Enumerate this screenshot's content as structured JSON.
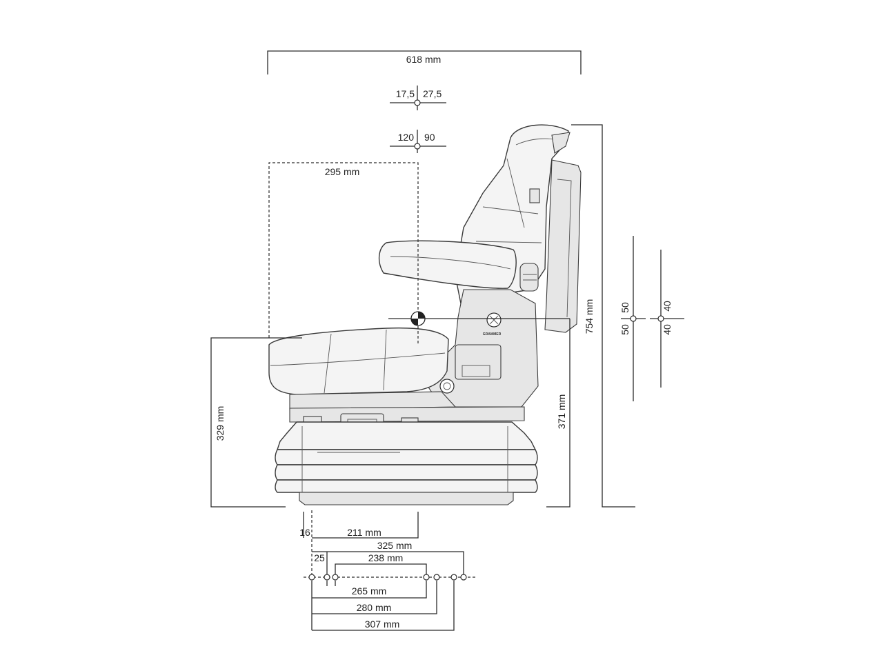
{
  "dimensions": {
    "total_width": "618 mm",
    "offset_left": "17,5",
    "offset_right": "27,5",
    "angle_left": "120",
    "angle_right": "90",
    "seat_depth": "295 mm",
    "total_height": "754 mm",
    "backrest_adj_upper": "50",
    "backrest_adj_lower": "50",
    "armrest_adj_upper": "40",
    "armrest_adj_lower": "40",
    "height_left": "329 mm",
    "height_right": "371 mm",
    "base_offset": "16",
    "base_211": "211 mm",
    "base_325": "325 mm",
    "hole_25": "25",
    "hole_238": "238 mm",
    "hole_265": "265 mm",
    "hole_280": "280 mm",
    "hole_307": "307 mm"
  },
  "brand": "GRAMMER"
}
